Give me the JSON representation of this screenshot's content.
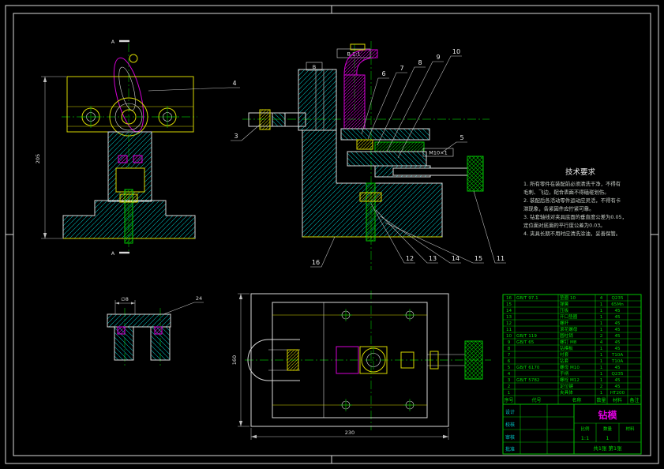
{
  "callouts": {
    "view_scale": "B  1:1",
    "thread": "M10×1",
    "datum": "B"
  },
  "marks": {
    "section": "A"
  },
  "dims": {
    "front_height": "205",
    "plan_width": "230",
    "plan_side": "160",
    "detail_dia": "∅8",
    "detail_len": "24"
  },
  "balloons": {
    "b3": "3",
    "b4": "4",
    "b5": "5",
    "b6": "6",
    "b7": "7",
    "b8": "8",
    "b9": "9",
    "b10": "10",
    "b11": "11",
    "b12": "12",
    "b13": "13",
    "b14": "14",
    "b15": "15",
    "b16": "16"
  },
  "tech": {
    "title": "技术要求",
    "lines": [
      "1. 所有零件在装配前必须清洗干净，不得有",
      "   毛刺、飞边，配合表面不得磕碰划伤。",
      "2. 装配后各活动零件运动应灵活，不得有卡",
      "   滞现象，各紧固件应拧紧可靠。",
      "3. 钻套轴线对夹具底面的垂直度公差为0.05，",
      "   定位面对底面的平行度公差为0.03。",
      "4. 夹具长期不用时应清洗涂油，妥善保管。"
    ]
  },
  "bom": {
    "headers": [
      "序号",
      "代号",
      "名称",
      "数量",
      "材料",
      "备注"
    ],
    "rows": [
      [
        "16",
        "GB/T 97.1",
        "垫圈 10",
        "4",
        "Q235",
        ""
      ],
      [
        "15",
        "",
        "弹簧",
        "1",
        "65Mn",
        ""
      ],
      [
        "14",
        "",
        "压板",
        "1",
        "45",
        ""
      ],
      [
        "13",
        "",
        "开口垫圈",
        "1",
        "45",
        ""
      ],
      [
        "12",
        "",
        "螺杆",
        "1",
        "45",
        ""
      ],
      [
        "11",
        "",
        "滚花螺母",
        "1",
        "45",
        ""
      ],
      [
        "10",
        "GB/T 119",
        "圆柱销",
        "2",
        "45",
        ""
      ],
      [
        "9",
        "GB/T 65",
        "螺钉 M8",
        "4",
        "45",
        ""
      ],
      [
        "8",
        "",
        "钻模板",
        "1",
        "45",
        ""
      ],
      [
        "7",
        "",
        "衬套",
        "1",
        "T10A",
        ""
      ],
      [
        "6",
        "",
        "钻套",
        "1",
        "T10A",
        ""
      ],
      [
        "5",
        "GB/T 6170",
        "螺母 M10",
        "1",
        "45",
        ""
      ],
      [
        "4",
        "",
        "手柄",
        "1",
        "Q235",
        ""
      ],
      [
        "3",
        "GB/T 5782",
        "螺栓 M12",
        "1",
        "45",
        ""
      ],
      [
        "2",
        "",
        "定位键",
        "2",
        "45",
        ""
      ],
      [
        "1",
        "",
        "夹具体",
        "1",
        "HT200",
        ""
      ]
    ]
  },
  "titleblock": {
    "title": "钻模",
    "rows": [
      {
        "label": "设计"
      },
      {
        "label": "校核"
      },
      {
        "label": "审核"
      },
      {
        "label": "批准"
      }
    ],
    "scale_label": "比例",
    "scale": "1:1",
    "qty_label": "数量",
    "qty": "1",
    "material_label": "材料",
    "material": "",
    "sheet": "共1张 第1张"
  }
}
